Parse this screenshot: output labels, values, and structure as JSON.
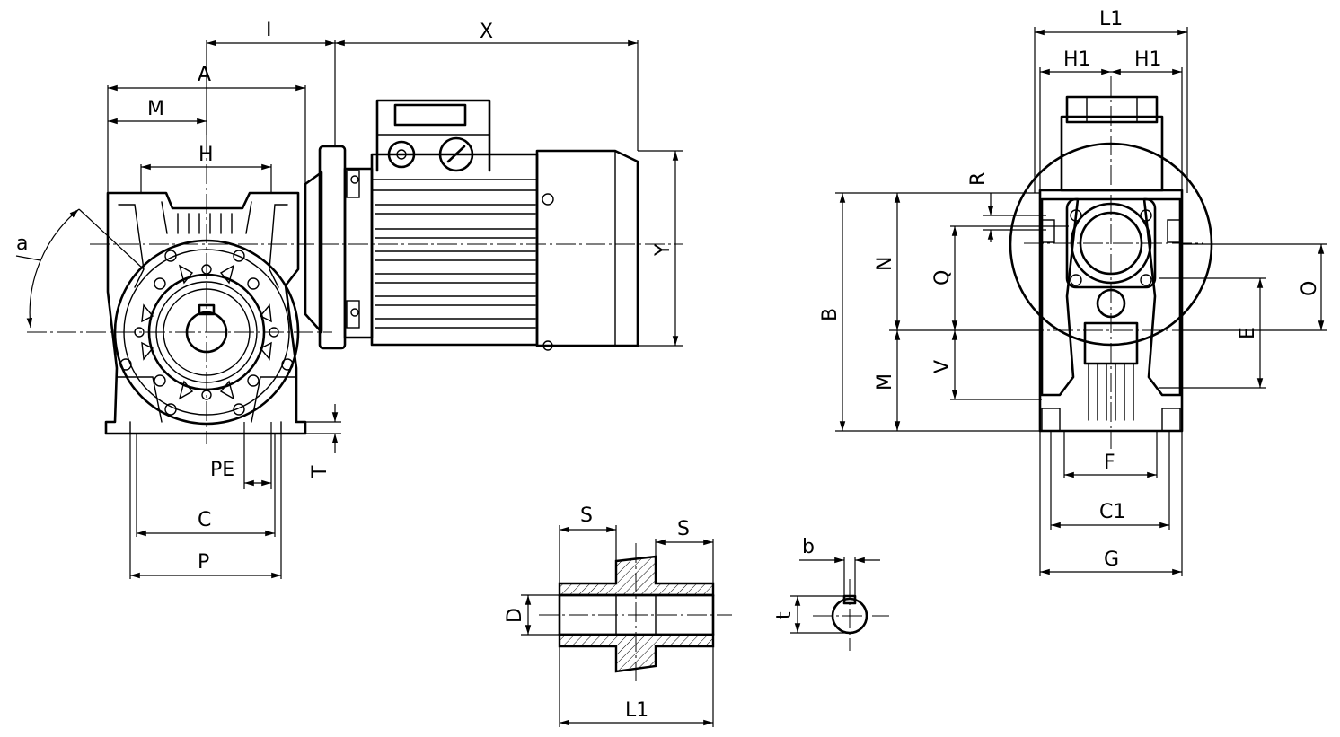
{
  "drawing": {
    "labels": {
      "I": "I",
      "X": "X",
      "A": "A",
      "M": "M",
      "H": "H",
      "alpha": "a",
      "Y": "Y",
      "PE": "PE",
      "T": "T",
      "C": "C",
      "P": "P",
      "L1_top": "L1",
      "H1_left": "H1",
      "H1_right": "H1",
      "R": "R",
      "N": "N",
      "B": "B",
      "Q": "Q",
      "O": "O",
      "E": "E",
      "V": "V",
      "M_side": "M",
      "F": "F",
      "C1": "C1",
      "G": "G",
      "S_left": "S",
      "S_right": "S",
      "D": "D",
      "L1_bottom": "L1",
      "b": "b",
      "t": "t"
    }
  }
}
